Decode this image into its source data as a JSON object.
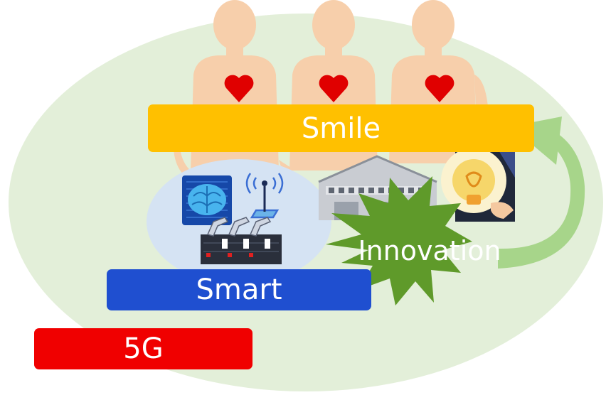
{
  "labels": {
    "smile": "Smile",
    "smart": "Smart",
    "g5": "5G",
    "innovation": "Innovation"
  },
  "colors": {
    "background_ellipse": "#e3efd9",
    "smile_bar": "#ffc000",
    "smart_bar": "#1f4fd0",
    "g5_bar": "#f00000",
    "innovation_star": "#5f9a2a",
    "arrow": "#a7d58a",
    "person": "#f7cfab",
    "heart": "#e00000",
    "tech_cloud": "#d5e3f3"
  },
  "icons": [
    "person-icon",
    "heart-icon",
    "brain-icon",
    "wireless-tower-icon",
    "robot-arm-icon",
    "factory-icon",
    "lightbulb-icon"
  ]
}
